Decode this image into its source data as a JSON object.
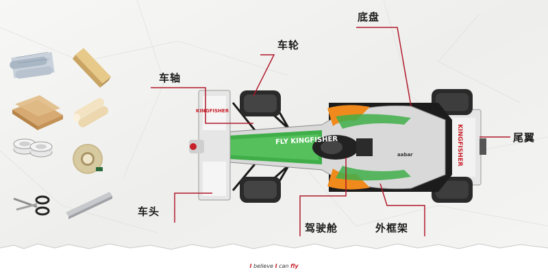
{
  "labels": {
    "chassis": "底盘",
    "wheel": "车轮",
    "axle": "车轴",
    "rear_wing": "尾翼",
    "nose": "车头",
    "cockpit": "驾驶舱",
    "frame": "外框架"
  },
  "tagline": {
    "w1": "I",
    "w2": "believe",
    "w3": "I",
    "w4": "can",
    "w5": "fly"
  },
  "car_text": {
    "side_brand": "KINGFISHER",
    "nose_brand": "FLY KINGFISHER",
    "wing_brand": "KINGFISHER",
    "sponsor": "aabar"
  },
  "colors": {
    "leader_line": "#b0182a",
    "car_silver": "#d9d9d9",
    "car_green": "#3fae49",
    "car_orange": "#f08a1c",
    "car_dark": "#1c1c1c",
    "accent_red": "#c8202a"
  }
}
